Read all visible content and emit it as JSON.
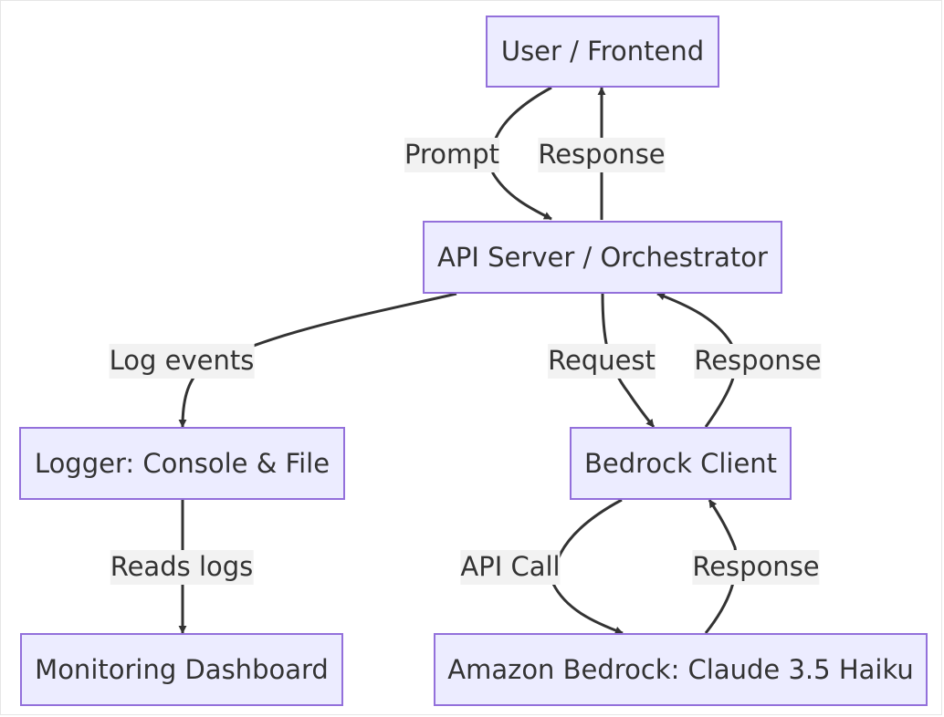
{
  "diagram": {
    "nodes": {
      "user": {
        "label": "User / Frontend"
      },
      "api": {
        "label": "API Server / Orchestrator"
      },
      "logger": {
        "label": "Logger: Console & File"
      },
      "bedrock_client": {
        "label": "Bedrock Client"
      },
      "dashboard": {
        "label": "Monitoring Dashboard"
      },
      "amazon": {
        "label": "Amazon Bedrock: Claude 3.5 Haiku"
      }
    },
    "edges": {
      "user_api": {
        "label": "Prompt"
      },
      "api_user": {
        "label": "Response"
      },
      "api_logger": {
        "label": "Log events"
      },
      "api_client": {
        "label": "Request"
      },
      "client_api": {
        "label": "Response"
      },
      "logger_dashboard": {
        "label": "Reads logs"
      },
      "client_amazon": {
        "label": "API Call"
      },
      "amazon_client": {
        "label": "Response"
      }
    },
    "colors": {
      "node_fill": "#ececff",
      "node_border": "#9370db",
      "edge": "#333333",
      "label_bg": "#f2f2f2"
    }
  }
}
